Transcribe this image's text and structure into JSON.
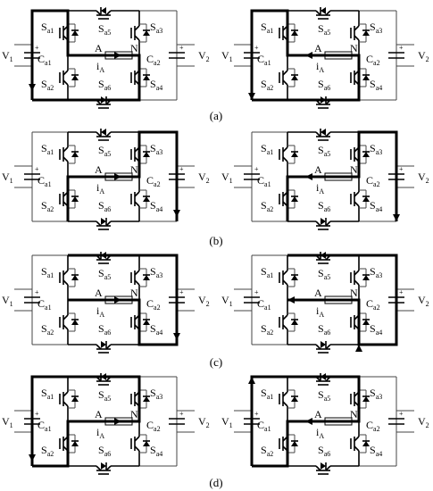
{
  "labels": {
    "vleft": "V",
    "vleft_sub": "1",
    "vright": "V",
    "vright_sub": "2",
    "ca1": "C",
    "ca1_sub": "a1",
    "ca2": "C",
    "ca2_sub": "a2",
    "node_a": "A",
    "node_n": "N",
    "current": "i",
    "current_sub": "A",
    "sa1": "S",
    "sa1_sub": "a1",
    "sa2": "S",
    "sa2_sub": "a2",
    "sa3": "S",
    "sa3_sub": "a3",
    "sa4": "S",
    "sa4_sub": "a4",
    "sa5": "S",
    "sa5_sub": "a5",
    "sa6": "S",
    "sa6_sub": "a6",
    "plus": "+"
  },
  "captions": [
    "(a)",
    "(b)",
    "(c)",
    "(d)"
  ]
}
